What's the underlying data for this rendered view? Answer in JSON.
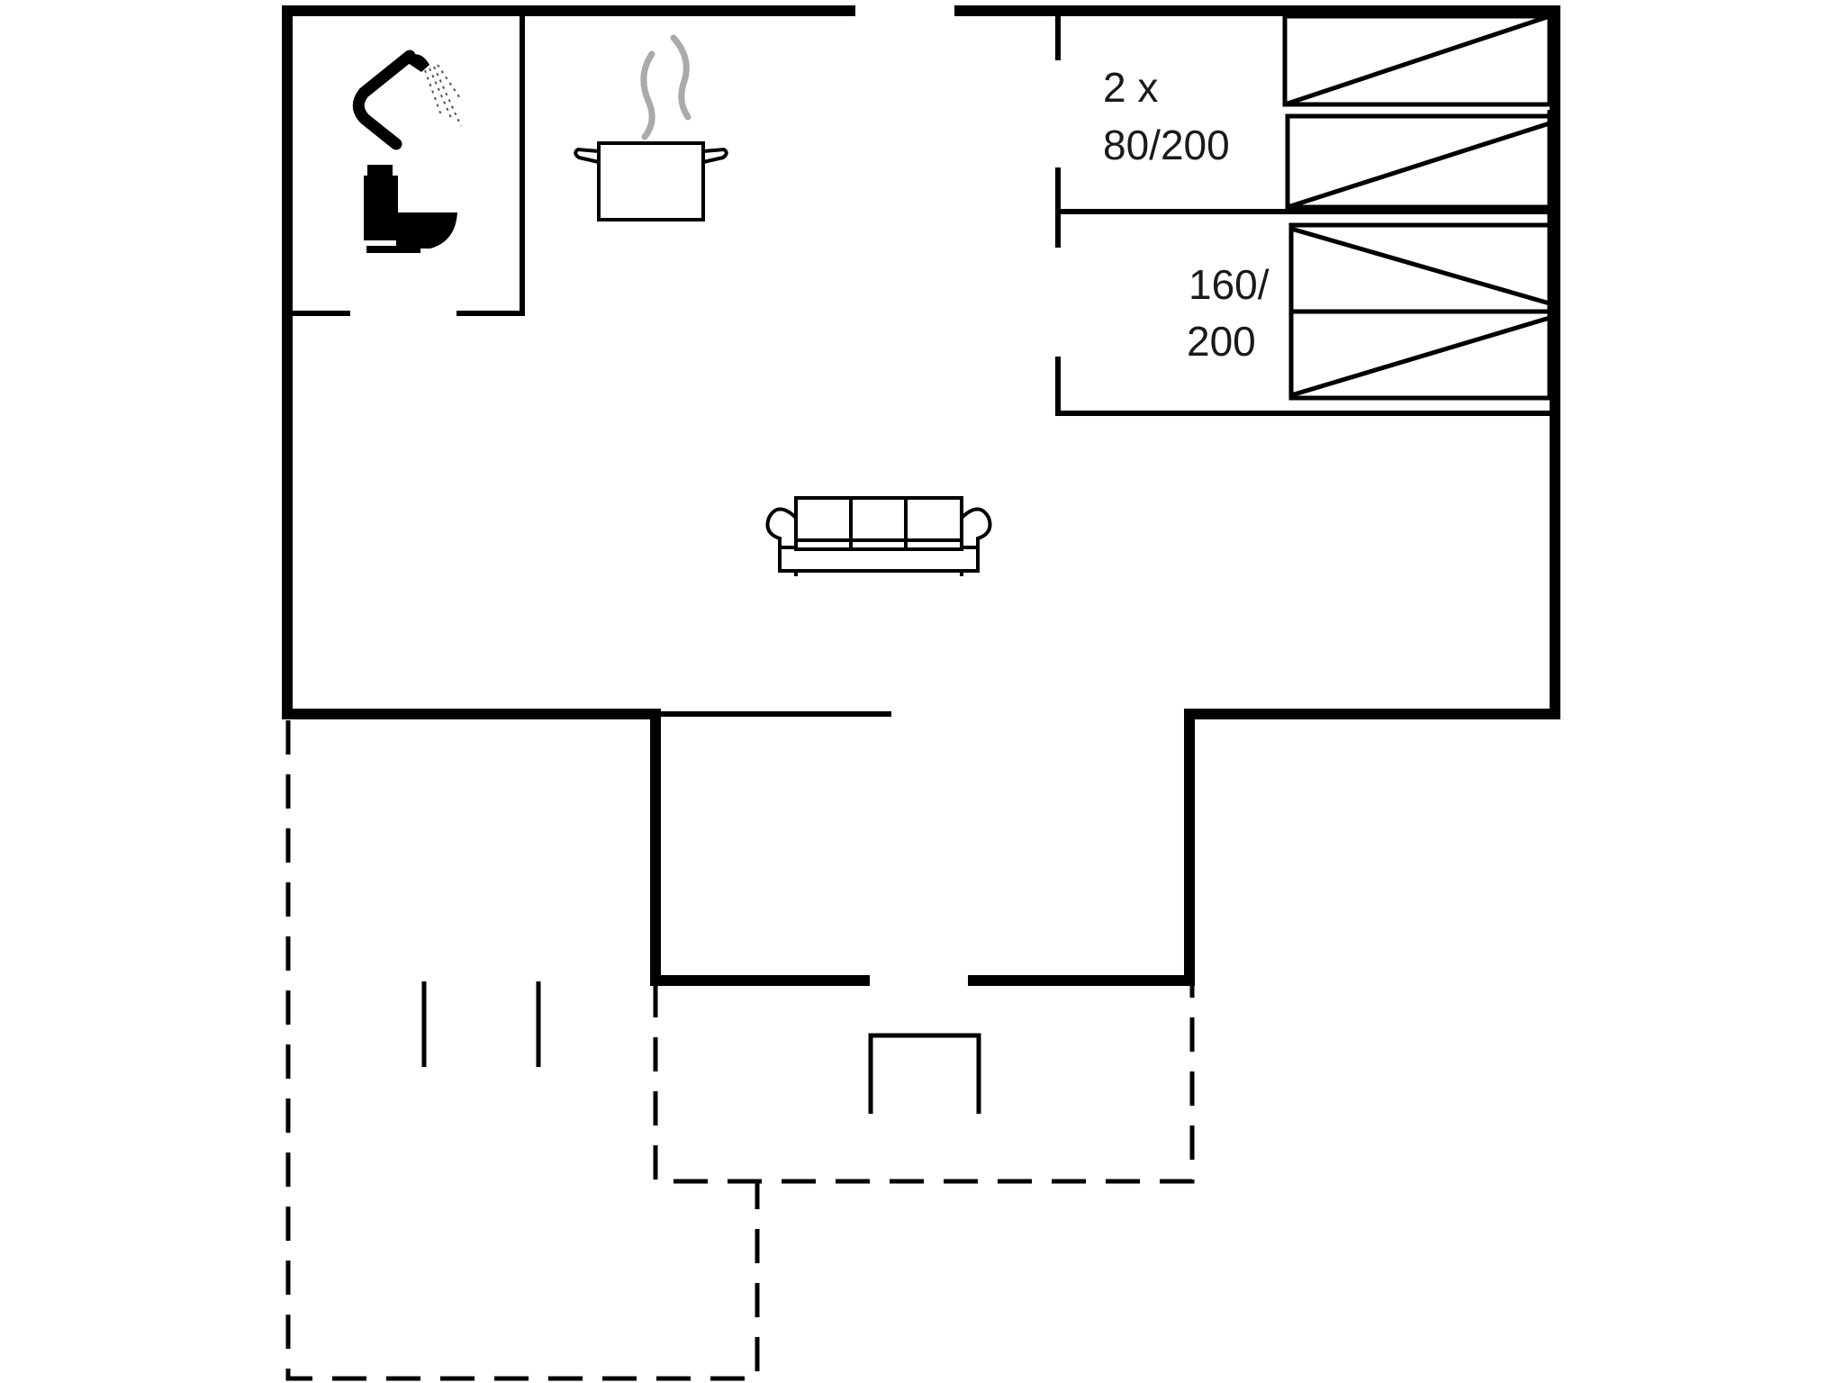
{
  "colors": {
    "ink": "#000000",
    "background": "#ffffff"
  },
  "rooms": {
    "bedroom_top": {
      "line1": "2 x",
      "line2": "80/200"
    },
    "bedroom_bottom": {
      "line1": "160/",
      "line2": "200"
    }
  },
  "icons": [
    "shower-icon",
    "toilet-icon",
    "cooking-pot-icon",
    "sofa-icon",
    "bed-icon",
    "chair-icon"
  ]
}
